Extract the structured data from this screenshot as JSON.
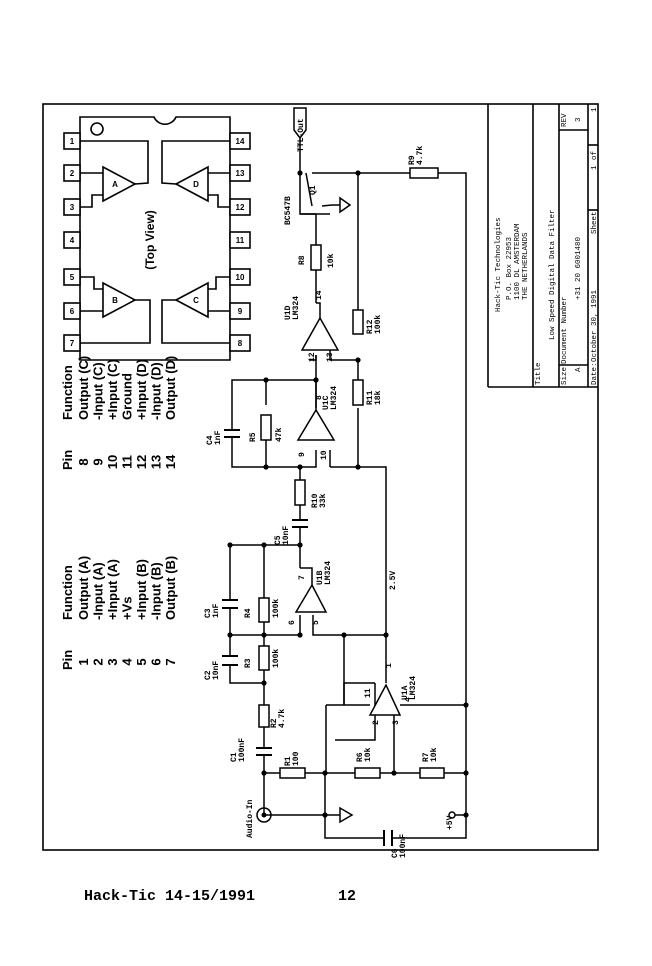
{
  "footer": {
    "publication": "Hack-Tic 14-15/1991",
    "page_number": "12"
  },
  "title_block": {
    "company": "Hack-Tic Technologies",
    "address_1": "P.O. Box 22953",
    "address_2": "1100 DL AMSTERDAM",
    "address_3": "THE NETHERLANDS",
    "title_label": "Title",
    "title": "Low Speed Digital Data Filter",
    "size_label": "Size",
    "size": "A",
    "docnum_label": "Document Number",
    "docnum": "+31 20 6001480",
    "rev_label": "REV",
    "rev": "3",
    "date_label": "Date:",
    "date": "October 30, 1991",
    "sheet_label": "Sheet",
    "sheet": "1",
    "sheet_of": "of",
    "sheet_total": "1"
  },
  "chip": {
    "view_label": "(Top View)",
    "left_pins": [
      "1",
      "2",
      "3",
      "4",
      "5",
      "6",
      "7"
    ],
    "right_pins": [
      "14",
      "13",
      "12",
      "11",
      "10",
      "9",
      "8"
    ],
    "amps": [
      "A",
      "B",
      "C",
      "D"
    ]
  },
  "pin_table": {
    "header_pin": "Pin",
    "header_function": "Function",
    "left": [
      {
        "pin": "1",
        "fn": "Output (A)"
      },
      {
        "pin": "2",
        "fn": "-Input (A)"
      },
      {
        "pin": "3",
        "fn": "+Input (A)"
      },
      {
        "pin": "4",
        "fn": "+Vs"
      },
      {
        "pin": "5",
        "fn": "+Input (B)"
      },
      {
        "pin": "6",
        "fn": "-Input (B)"
      },
      {
        "pin": "7",
        "fn": "Output (B)"
      }
    ],
    "right": [
      {
        "pin": "8",
        "fn": "Output (C)"
      },
      {
        "pin": "9",
        "fn": "-Input (C)"
      },
      {
        "pin": "10",
        "fn": "+Input (C)"
      },
      {
        "pin": "11",
        "fn": "Ground"
      },
      {
        "pin": "12",
        "fn": "+Input (D)"
      },
      {
        "pin": "13",
        "fn": "-Input (D)"
      },
      {
        "pin": "14",
        "fn": "Output (D)"
      }
    ]
  },
  "components": {
    "audio_in": "Audio-In",
    "ttl_out": "TTL-Out",
    "plus5v": "+5V",
    "v25": "2.5V",
    "c1": [
      "C1",
      "100nF"
    ],
    "c2": [
      "C2",
      "10nF"
    ],
    "c3": [
      "C3",
      "1nF"
    ],
    "c4": [
      "C4",
      "1nF"
    ],
    "c5": [
      "C5",
      "10nF"
    ],
    "c6": [
      "C6",
      "100nF"
    ],
    "r1": [
      "R1",
      "100"
    ],
    "r2": [
      "R2",
      "4.7k"
    ],
    "r3": [
      "R3",
      "100k"
    ],
    "r4": [
      "R4",
      "100k"
    ],
    "r5": [
      "R5",
      "47k"
    ],
    "r6": [
      "R6",
      "10k"
    ],
    "r7": [
      "R7",
      "10k"
    ],
    "r8": [
      "R8",
      "10k"
    ],
    "r9": [
      "R9",
      "4.7k"
    ],
    "r10": [
      "R10",
      "33k"
    ],
    "r11": [
      "R11",
      "18k"
    ],
    "r12": [
      "R12",
      "100k"
    ],
    "q1": [
      "Q1",
      "BC547B"
    ],
    "u1a": [
      "U1A",
      "LM324"
    ],
    "u1b": [
      "U1B",
      "LM324"
    ],
    "u1c": [
      "U1C",
      "LM324"
    ],
    "u1d": [
      "U1D",
      "LM324"
    ],
    "pins": {
      "a_out": "1",
      "a_neg": "2",
      "a_pos": "3",
      "a_vcc": "4",
      "a_gnd": "11",
      "b_pos": "5",
      "b_neg": "6",
      "b_out": "7",
      "c_out": "8",
      "c_neg": "9",
      "c_pos": "10",
      "d_pos": "12",
      "d_neg": "13",
      "d_out": "14"
    }
  }
}
